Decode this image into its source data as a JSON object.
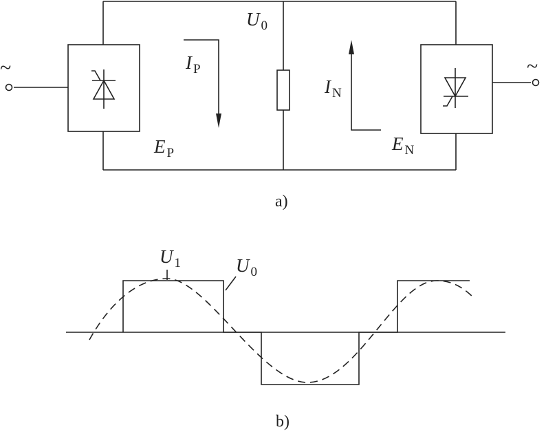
{
  "diagram_a": {
    "tilde_left": "~",
    "tilde_right": "~",
    "u0": {
      "main": "U",
      "sub": "0"
    },
    "ip": {
      "main": "I",
      "sub": "P"
    },
    "in": {
      "main": "I",
      "sub": "N"
    },
    "ep": {
      "main": "E",
      "sub": "P"
    },
    "en": {
      "main": "E",
      "sub": "N"
    },
    "caption": "a)"
  },
  "diagram_b": {
    "u1": {
      "main": "U",
      "sub": "1"
    },
    "u0": {
      "main": "U",
      "sub": "0"
    },
    "caption": "b)"
  }
}
